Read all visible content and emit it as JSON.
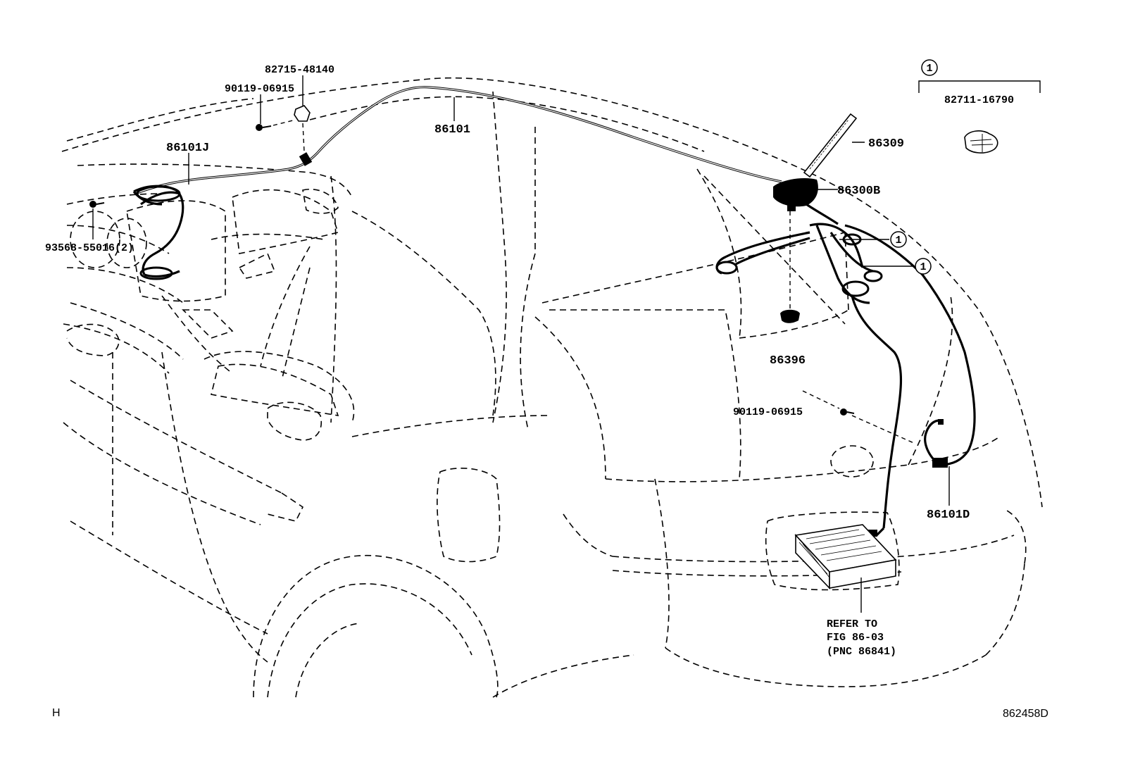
{
  "parts": {
    "p_82715_48140": "82715-48140",
    "p_90119_06915_top": "90119-06915",
    "p_86101": "86101",
    "p_86101J": "86101J",
    "p_93568_55016": "93568-55016(2)",
    "p_86309": "86309",
    "p_86300B": "86300B",
    "p_86396": "86396",
    "p_90119_06915_mid": "90119-06915",
    "p_86101D": "86101D",
    "p_82711_16790": "82711-16790"
  },
  "callout": {
    "number": "1"
  },
  "refer": {
    "line1": "REFER TO",
    "line2": "FIG 86-03",
    "line3": "(PNC 86841)"
  },
  "corner": {
    "left_mark": "H",
    "figure_id": "862458D"
  }
}
